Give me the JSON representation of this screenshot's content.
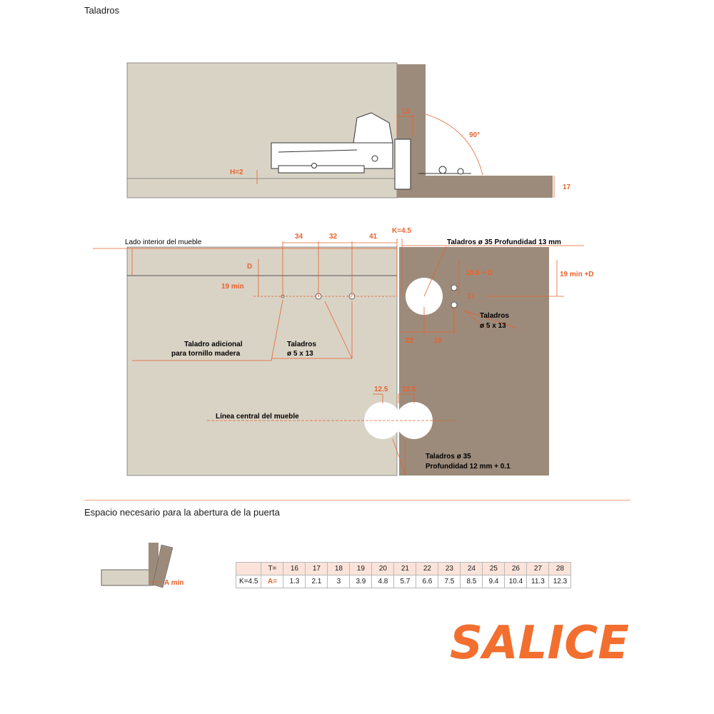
{
  "section_drilling_title": "Taladros",
  "section_space_title": "Espacio necesario para la abertura de la puerta",
  "top_view": {
    "dim_13": "13",
    "dim_90": "90°",
    "dim_h2": "H=2",
    "dim_17": "17"
  },
  "front_view": {
    "label_lado_interior": "Lado interior del mueble",
    "dim_34": "34",
    "dim_32": "32",
    "dim_41": "41",
    "dim_k45": "K=4.5",
    "label_taladros_35": "Taladros ø 35 Profundidad 13 mm",
    "dim_d": "D",
    "dim_19min": "19 min",
    "dim_10_5_d": "10.5 + D",
    "dim_19min_d": "19 min +D",
    "dim_17": "17",
    "dim_22": "22",
    "dim_29": "29",
    "label_taladros_door_line1": "Taladros",
    "label_taladros_door_line2": "ø 5 x 13",
    "label_adicional_line1": "Taladro adicional",
    "label_adicional_line2": "para tornillo madera",
    "label_taladros_side_line1": "Taladros",
    "label_taladros_side_line2": "ø 5 x 13",
    "dim_12_5_left": "12.5",
    "dim_12_5_right": "12.5",
    "label_linea_central": "Línea central del mueble",
    "label_taladros_35b_line1": "Taladros ø 35",
    "label_taladros_35b_line2": "Profundidad 12 mm + 0.1"
  },
  "opening": {
    "label_amin": "A min"
  },
  "table": {
    "t_label": "T=",
    "t_values": [
      "16",
      "17",
      "18",
      "19",
      "20",
      "21",
      "22",
      "23",
      "24",
      "25",
      "26",
      "27",
      "28"
    ],
    "k_label": "K=4.5",
    "a_label": "A=",
    "a_values": [
      "1.3",
      "2.1",
      "3",
      "3.9",
      "4.8",
      "5.7",
      "6.6",
      "7.5",
      "8.5",
      "9.4",
      "10.4",
      "11.3",
      "12.3"
    ]
  },
  "brand": {
    "name": "SALICE",
    "color": "#f26f30"
  },
  "colors": {
    "accent": "#e8622c",
    "cabinet": "#d9d3c6",
    "door": "#9c8b7b"
  }
}
